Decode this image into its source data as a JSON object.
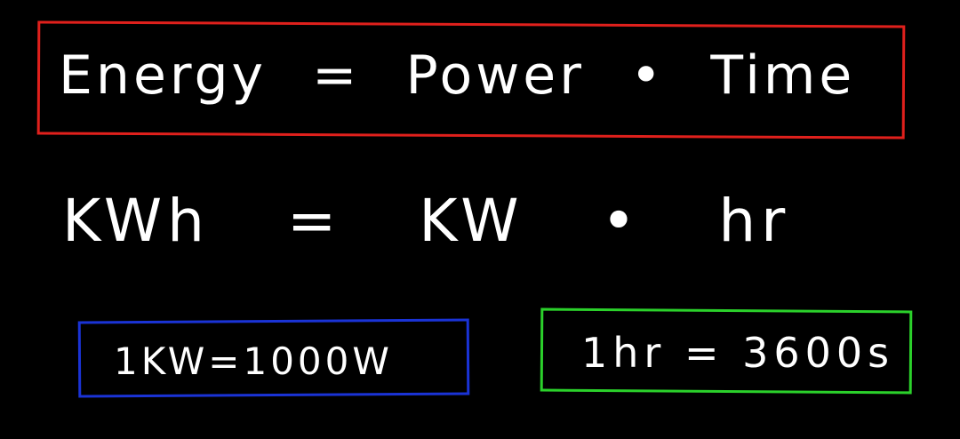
{
  "equations": {
    "energy": "Energy = Power • Time",
    "units": "KWh = KW • hr",
    "kilowatt": "1KW=1000W",
    "hour": "1hr = 3600s"
  },
  "colors": {
    "background": "#000000",
    "ink": "#ffffff",
    "red_box": "#e0201c",
    "blue_box": "#1a33d6",
    "green_box": "#2bd12b"
  }
}
